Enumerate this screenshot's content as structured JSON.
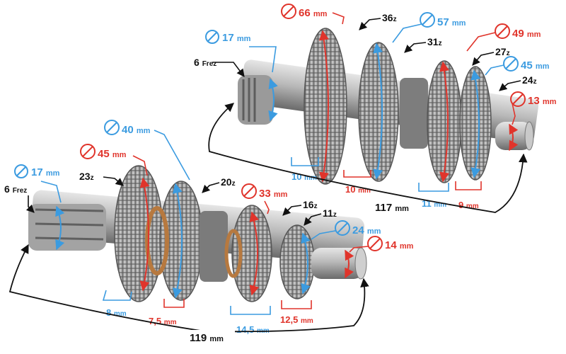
{
  "colors": {
    "blue": "#3b9be0",
    "red": "#e0342b",
    "black": "#111111",
    "metal_light": "#c8c8c8",
    "metal_dark": "#6e6e6e"
  },
  "upper_shaft": {
    "spline_count": {
      "value": "6",
      "unit": "Frez"
    },
    "journal_diameter": {
      "value": "17",
      "unit": "mm"
    },
    "gear_66": {
      "diameter": "66",
      "unit": "mm",
      "teeth": "36",
      "teeth_unit": "z"
    },
    "gear_57": {
      "diameter": "57",
      "unit": "mm",
      "teeth": "31",
      "teeth_unit": "z"
    },
    "gear_49": {
      "diameter": "49",
      "unit": "mm",
      "teeth": "27",
      "teeth_unit": "z"
    },
    "gear_45": {
      "diameter": "45",
      "unit": "mm",
      "teeth": "24",
      "teeth_unit": "z"
    },
    "end_diameter": {
      "value": "13",
      "unit": "mm"
    },
    "widths": [
      {
        "value": "10",
        "unit": "mm",
        "color": "blue"
      },
      {
        "value": "10",
        "unit": "mm",
        "color": "red"
      },
      {
        "value": "11",
        "unit": "mm",
        "color": "blue"
      },
      {
        "value": "9",
        "unit": "mm",
        "color": "red"
      }
    ],
    "length": {
      "value": "117",
      "unit": "mm"
    }
  },
  "lower_shaft": {
    "spline_count": {
      "value": "6",
      "unit": "Frez"
    },
    "journal_diameter": {
      "value": "17",
      "unit": "mm"
    },
    "gear_45": {
      "diameter": "45",
      "unit": "mm",
      "teeth": "23",
      "teeth_unit": "z"
    },
    "gear_40": {
      "diameter": "40",
      "unit": "mm",
      "teeth": "20",
      "teeth_unit": "z"
    },
    "gear_33": {
      "diameter": "33",
      "unit": "mm",
      "teeth": "16",
      "teeth_unit": "z"
    },
    "gear_24": {
      "diameter": "24",
      "unit": "mm",
      "teeth": "11",
      "teeth_unit": "z"
    },
    "end_diameter": {
      "value": "14",
      "unit": "mm"
    },
    "widths": [
      {
        "value": "8",
        "unit": "mm",
        "color": "blue"
      },
      {
        "value": "7,5",
        "unit": "mm",
        "color": "red"
      },
      {
        "value": "14,5",
        "unit": "mm",
        "color": "blue"
      },
      {
        "value": "12,5",
        "unit": "mm",
        "color": "red"
      }
    ],
    "length": {
      "value": "119",
      "unit": "mm"
    }
  }
}
